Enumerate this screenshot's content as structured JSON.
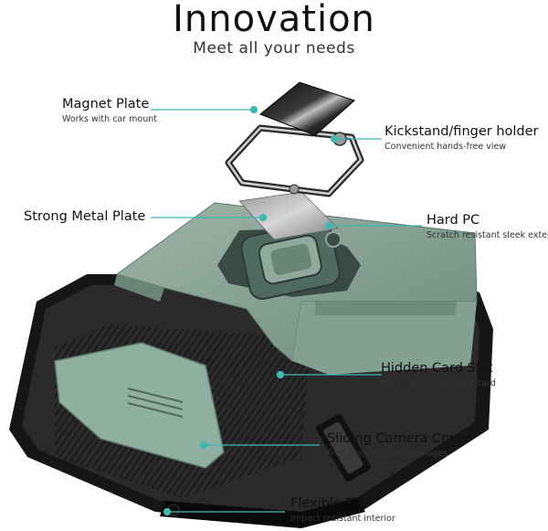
{
  "header": {
    "title": "Innovation",
    "subtitle": "Meet all your needs"
  },
  "features": [
    {
      "name": "Magnet Plate",
      "desc": "Works with car mount"
    },
    {
      "name": "Kickstand/finger holder",
      "desc": "Convenient hands-free view"
    },
    {
      "name": "Strong Metal Plate",
      "desc": ""
    },
    {
      "name": "Hard PC",
      "desc": "Scratch resistant sleek exterior"
    },
    {
      "name": "Hidden Card Slot",
      "desc": "Hold your ID or credit card"
    },
    {
      "name": "Sliding Camera Cover",
      "desc": "Free from dirt and damages"
    },
    {
      "name": "Flexible TPU",
      "desc": "Impact resistant interior"
    }
  ],
  "colors": {
    "accent": "#3fb8b0",
    "shell": "#8fa99c",
    "bumper": "#1c1c1c"
  }
}
